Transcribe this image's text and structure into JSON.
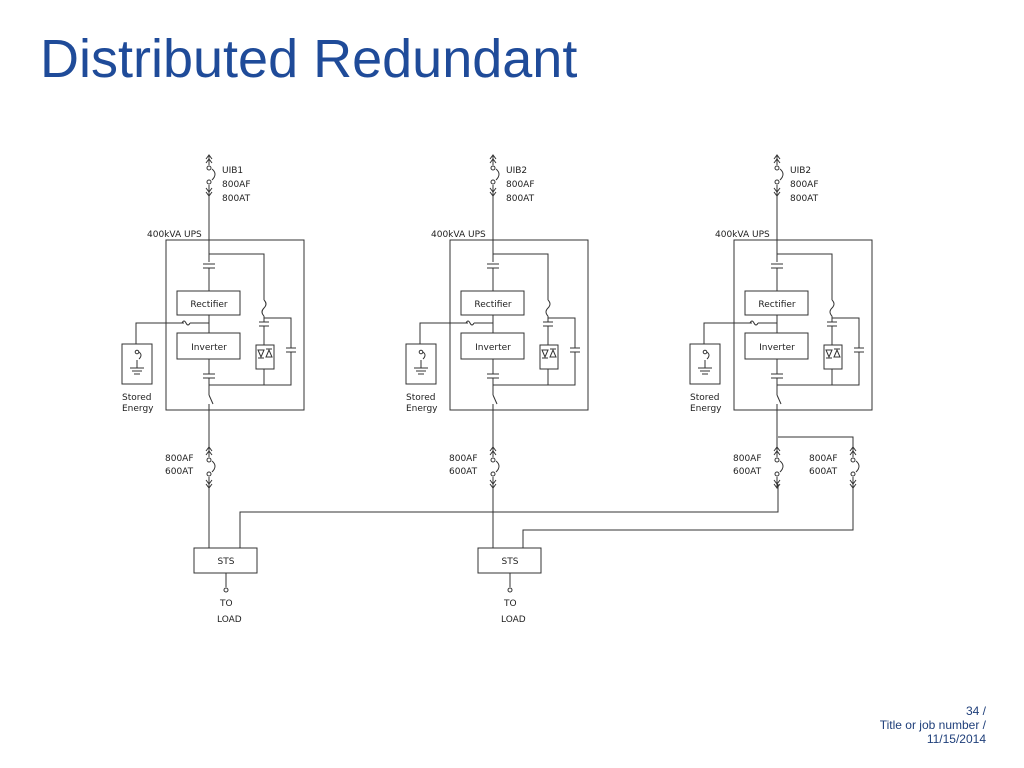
{
  "title": "Distributed Redundant",
  "footer": {
    "page": "34 /",
    "job": "Title or job number /",
    "date": "11/15/2014"
  },
  "ups_units": [
    {
      "breaker_in": [
        "UIB1",
        "800AF",
        "800AT"
      ],
      "ups_label": "400kVA UPS",
      "rectifier": "Rectifier",
      "inverter": "Inverter",
      "stored_energy": [
        "Stored",
        "Energy"
      ],
      "breaker_out": [
        "800AF",
        "600AT"
      ]
    },
    {
      "breaker_in": [
        "UIB2",
        "800AF",
        "800AT"
      ],
      "ups_label": "400kVA UPS",
      "rectifier": "Rectifier",
      "inverter": "Inverter",
      "stored_energy": [
        "Stored",
        "Energy"
      ],
      "breaker_out": [
        "800AF",
        "600AT"
      ]
    },
    {
      "breaker_in": [
        "UIB2",
        "800AF",
        "800AT"
      ],
      "ups_label": "400kVA UPS",
      "rectifier": "Rectifier",
      "inverter": "Inverter",
      "stored_energy": [
        "Stored",
        "Energy"
      ],
      "breaker_out": [
        "800AF",
        "600AT"
      ]
    }
  ],
  "extra_breaker": [
    "800AF",
    "600AT"
  ],
  "sts_units": [
    {
      "label": "STS",
      "load": [
        "TO",
        "LOAD"
      ]
    },
    {
      "label": "STS",
      "load": [
        "TO",
        "LOAD"
      ]
    }
  ]
}
